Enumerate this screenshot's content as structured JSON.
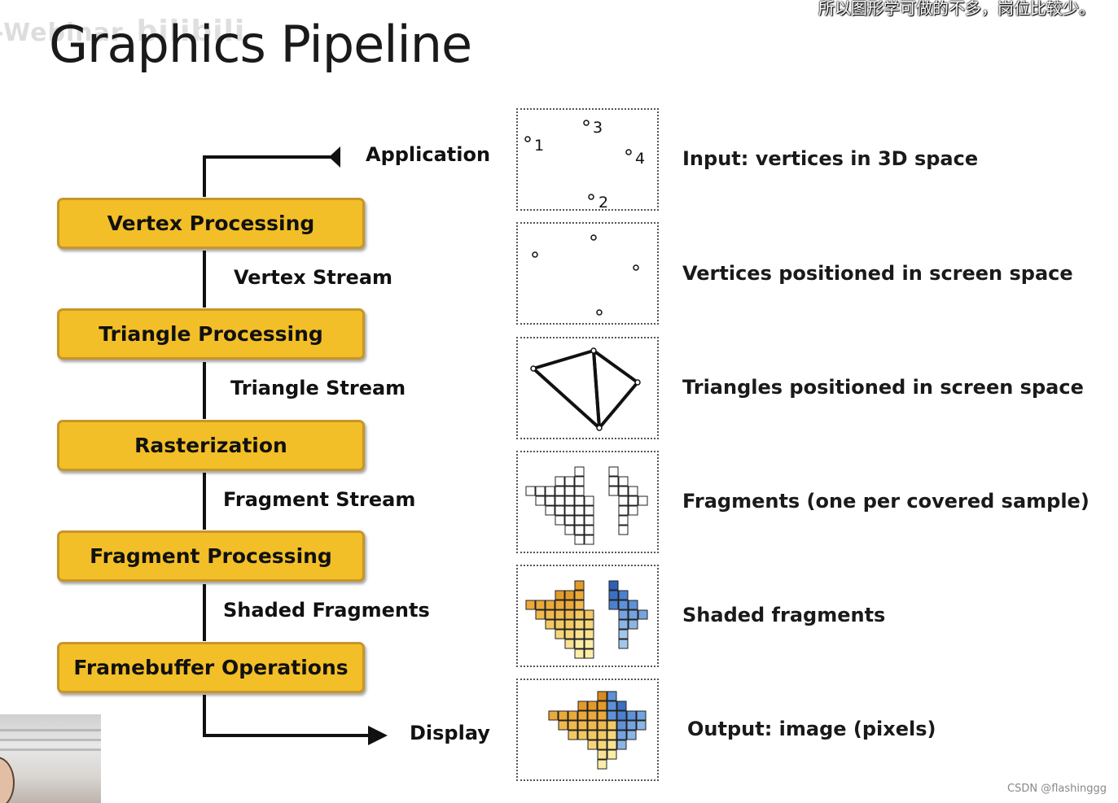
{
  "slide": {
    "title": "Graphics Pipeline",
    "overlay_top_right": "所以图形学可做的不多，岗位比较少。",
    "watermark": "-Webinar",
    "watermark_logo": "bilibili",
    "credit": "CSDN @flashinggg"
  },
  "pipeline": {
    "start": "Application",
    "end": "Display",
    "stages": [
      "Vertex Processing",
      "Triangle Processing",
      "Rasterization",
      "Fragment Processing",
      "Framebuffer Operations"
    ],
    "streams": [
      "Vertex Stream",
      "Triangle Stream",
      "Fragment Stream",
      "Shaded Fragments"
    ]
  },
  "descriptions": [
    "Input: vertices in 3D space",
    "Vertices positioned in screen space",
    "Triangles positioned in screen space",
    "Fragments (one per covered sample)",
    "Shaded fragments",
    "Output: image (pixels)"
  ],
  "vertex_labels": [
    "1",
    "2",
    "3",
    "4"
  ],
  "colors": {
    "stage_fill": "#f3bf28",
    "stage_border": "#c8952a",
    "line": "#111111",
    "shade_warm": "#e8a030",
    "shade_cool": "#3c6fc4"
  }
}
